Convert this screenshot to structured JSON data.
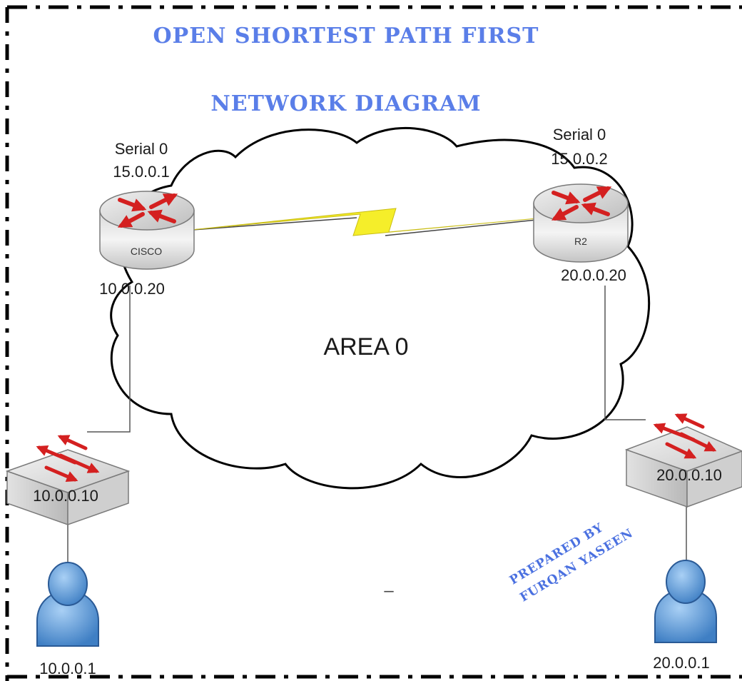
{
  "title": "OPEN SHORTEST PATH FIRST",
  "subtitle": "NETWORK DIAGRAM",
  "area_label": "AREA 0",
  "router_left": {
    "interface": "Serial 0",
    "serial_ip": "15.0.0.1",
    "name": "CISCO",
    "lan_ip": "10.0.0.20"
  },
  "router_right": {
    "interface": "Serial 0",
    "serial_ip": "15.0.0.2",
    "name": "R2",
    "lan_ip": "20.0.0.20"
  },
  "switch_left": {
    "ip": "10.0.0.10"
  },
  "switch_right": {
    "ip": "20.0.0.10"
  },
  "host_left": {
    "ip": "10.0.0.1"
  },
  "host_right": {
    "ip": "20.0.0.1"
  },
  "credit": {
    "line1": "PREPARED BY",
    "line2": "FURQAN YASEEN"
  },
  "stray_mark": "–",
  "colors": {
    "title": "#5a7ee8",
    "arrow": "#d42020",
    "serial_link": "#f5ee2a",
    "host": "#4f8fd0"
  }
}
